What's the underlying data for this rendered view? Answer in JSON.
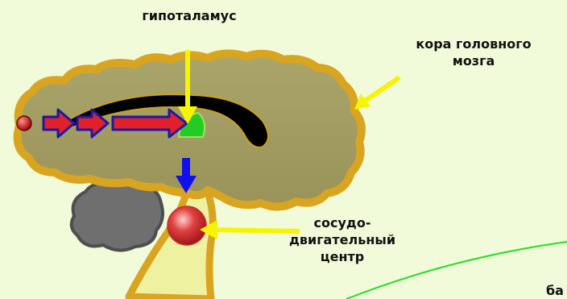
{
  "labels": {
    "hypothalamus": "гипоталамус",
    "cortex_line1": "кора головного",
    "cortex_line2": "мозга",
    "vasomotor_line1": "сосудо-",
    "vasomotor_line2": "двигательный",
    "vasomotor_line3": "центр",
    "partial_edge": "ба"
  },
  "colors": {
    "background": "#f2fbd9",
    "brain_fill": "#a39d61",
    "brain_outline": "#d9a520",
    "brainstem_fill": "#eef2a0",
    "cerebellum": "#6f6f6f",
    "arrow_red": "#e0202a",
    "arrow_blue_outline": "#1a1aa8",
    "pointer_yellow": "#f5f500",
    "down_arrow_blue": "#1010ee",
    "hypothalamus_green": "#22cc22",
    "vasomotor_sphere": "#d42a2a",
    "receptor_dot": "#cc1111",
    "curve_green": "#22e022"
  },
  "icons": {
    "red_arrows": "arrow-right-icon",
    "down_arrow": "arrow-down-icon",
    "pointers": "arrow-pointer-icon"
  }
}
